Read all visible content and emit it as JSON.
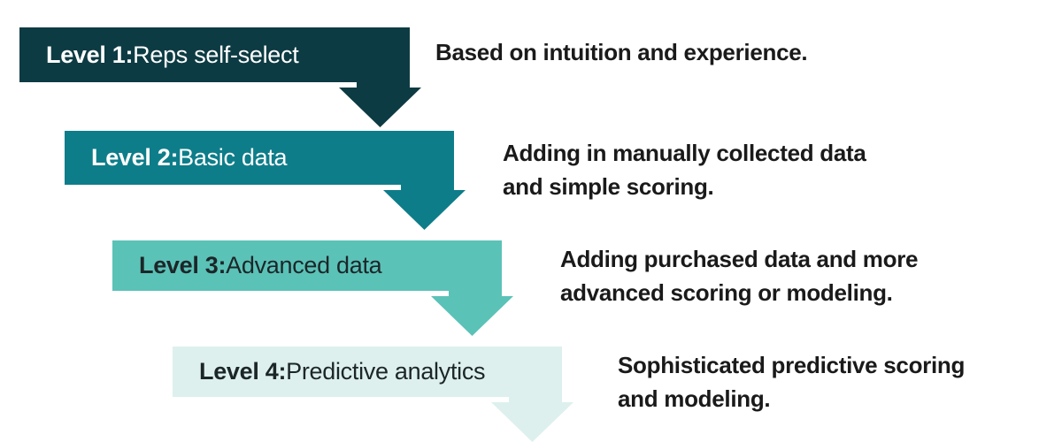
{
  "diagram": {
    "background": "#ffffff",
    "description_text_color": "#1a1a1a",
    "levels": [
      {
        "label_bold": "Level 1:",
        "label_rest": " Reps self-select",
        "description": "Based on intuition and experience.",
        "bar_color": "#0d3b43",
        "label_color": "#ffffff"
      },
      {
        "label_bold": "Level 2:",
        "label_rest": " Basic data",
        "description": "Adding in manually collected data\nand simple scoring.",
        "bar_color": "#0e7d8a",
        "label_color": "#ffffff"
      },
      {
        "label_bold": "Level 3:",
        "label_rest": " Advanced data",
        "description": "Adding purchased data and more\nadvanced scoring or modeling.",
        "bar_color": "#5bc2b8",
        "label_color": "#1c2628"
      },
      {
        "label_bold": "Level 4:",
        "label_rest": " Predictive analytics",
        "description": "Sophisticated predictive scoring\nand modeling.",
        "bar_color": "#ddf0ed",
        "label_color": "#1c2628"
      }
    ]
  }
}
